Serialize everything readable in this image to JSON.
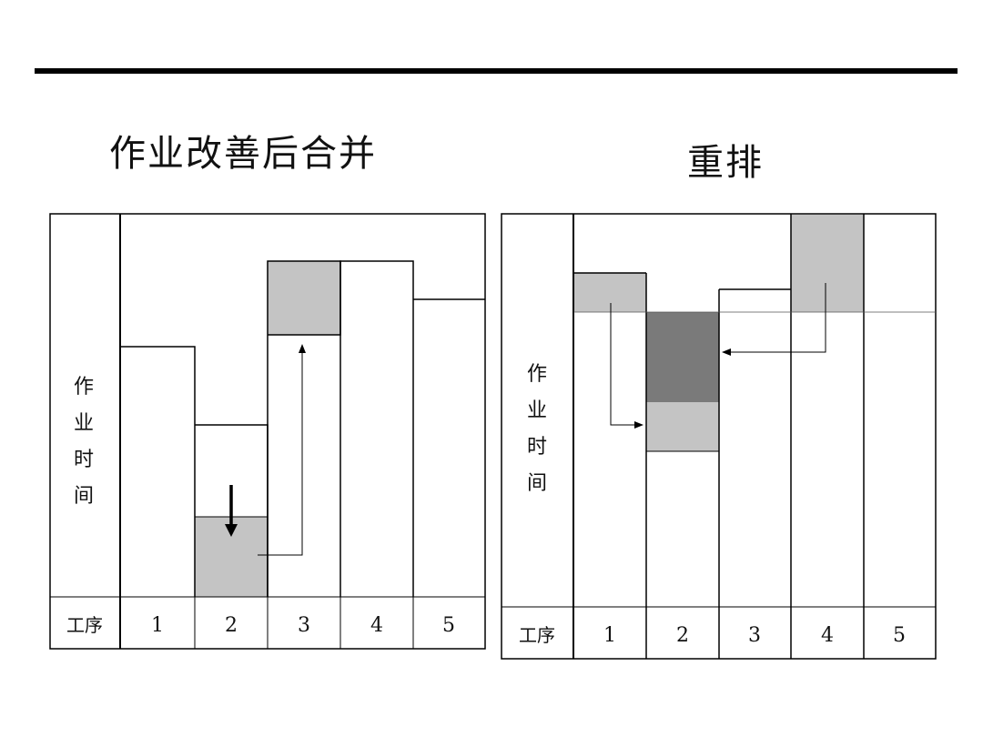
{
  "slide": {
    "title_left": "作业改善后合并",
    "title_right": "重排"
  },
  "diagram_left": {
    "y_axis_label": [
      "作",
      "业",
      "时",
      "间"
    ],
    "row_header": "工序",
    "processes": [
      "1",
      "2",
      "3",
      "4",
      "5"
    ]
  },
  "diagram_right": {
    "y_axis_label": [
      "作",
      "业",
      "时",
      "间"
    ],
    "row_header": "工序",
    "processes": [
      "1",
      "2",
      "3",
      "4",
      "5"
    ]
  },
  "colors": {
    "light_gray": "#c4c4c4",
    "dark_gray": "#7a7a7a",
    "line": "#000000"
  }
}
